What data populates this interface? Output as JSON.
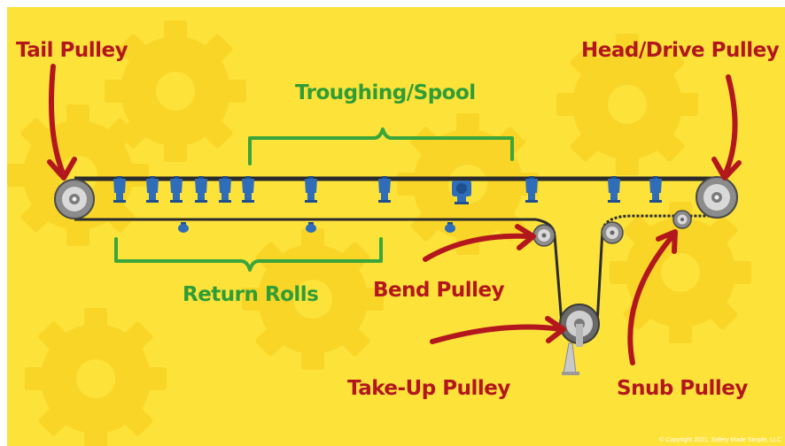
{
  "labels": {
    "tail_pulley": "Tail Pulley",
    "head_drive_pulley": "Head/Drive Pulley",
    "troughing_spool": "Troughing/Spool",
    "return_rolls": "Return Rolls",
    "bend_pulley": "Bend Pulley",
    "take_up_pulley": "Take-Up Pulley",
    "snub_pulley": "Snub Pulley"
  },
  "copyright": "© Copyright 2021, Safety Made Simple, LLC",
  "colors": {
    "background": "#fde23a",
    "gear": "#fbd92a",
    "belt": "#2b2b2b",
    "idler": "#2f6db8",
    "pulley": "#9a9a9a",
    "arrow": "#b3171e",
    "bracket": "#3aa53a"
  }
}
